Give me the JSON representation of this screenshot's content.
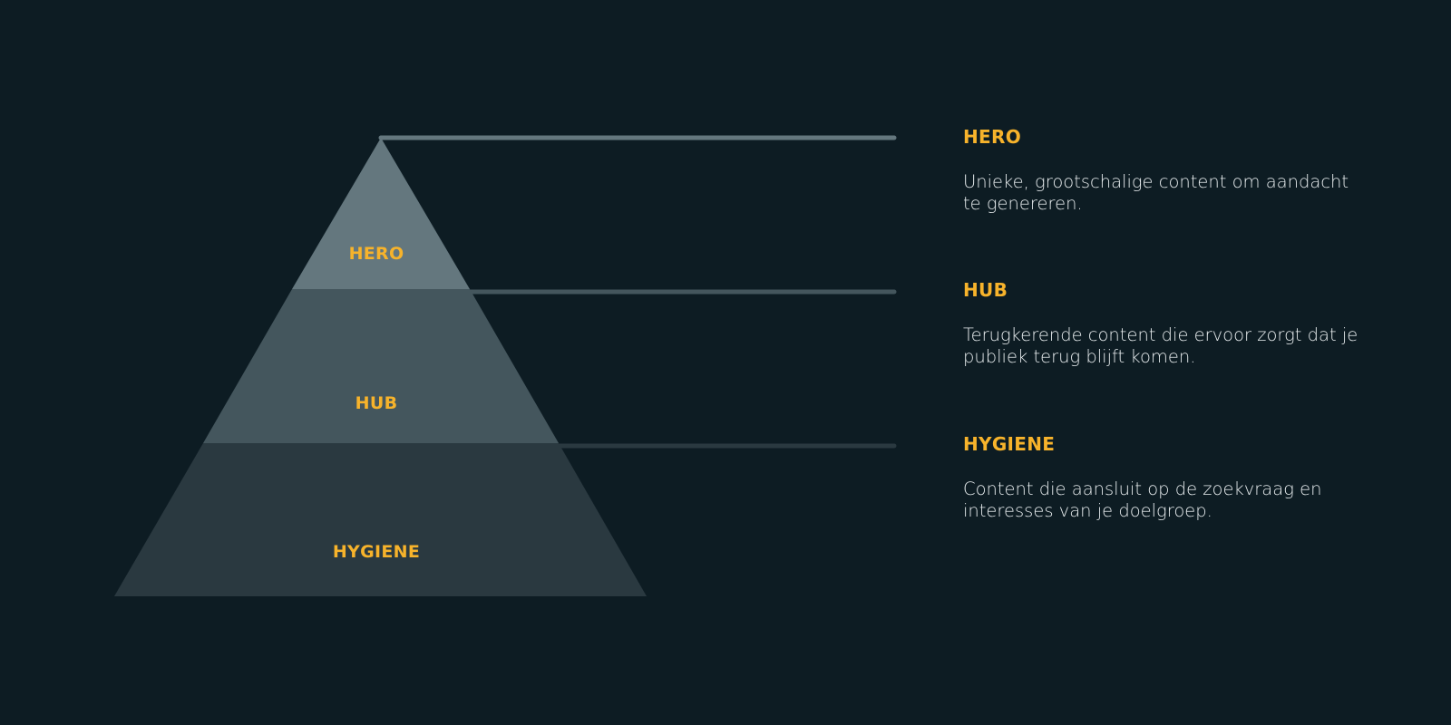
{
  "colors": {
    "background": "#0d1c23",
    "accent": "#f7b32b",
    "tier_hero": "#64777e",
    "tier_hub": "#44565d",
    "tier_hygiene": "#2a3940",
    "text": "#e6ebed"
  },
  "pyramid": {
    "tiers": [
      {
        "label": "HERO"
      },
      {
        "label": "HUB"
      },
      {
        "label": "HYGIENE"
      }
    ]
  },
  "legend": {
    "items": [
      {
        "title": "HERO",
        "description": "Unieke, grootschalige content om aandacht te genereren."
      },
      {
        "title": "HUB",
        "description": "Terugkerende content die ervoor zorgt dat je publiek terug blijft komen."
      },
      {
        "title": "HYGIENE",
        "description": "Content die aansluit op de zoekvraag en interesses van je doelgroep."
      }
    ]
  }
}
